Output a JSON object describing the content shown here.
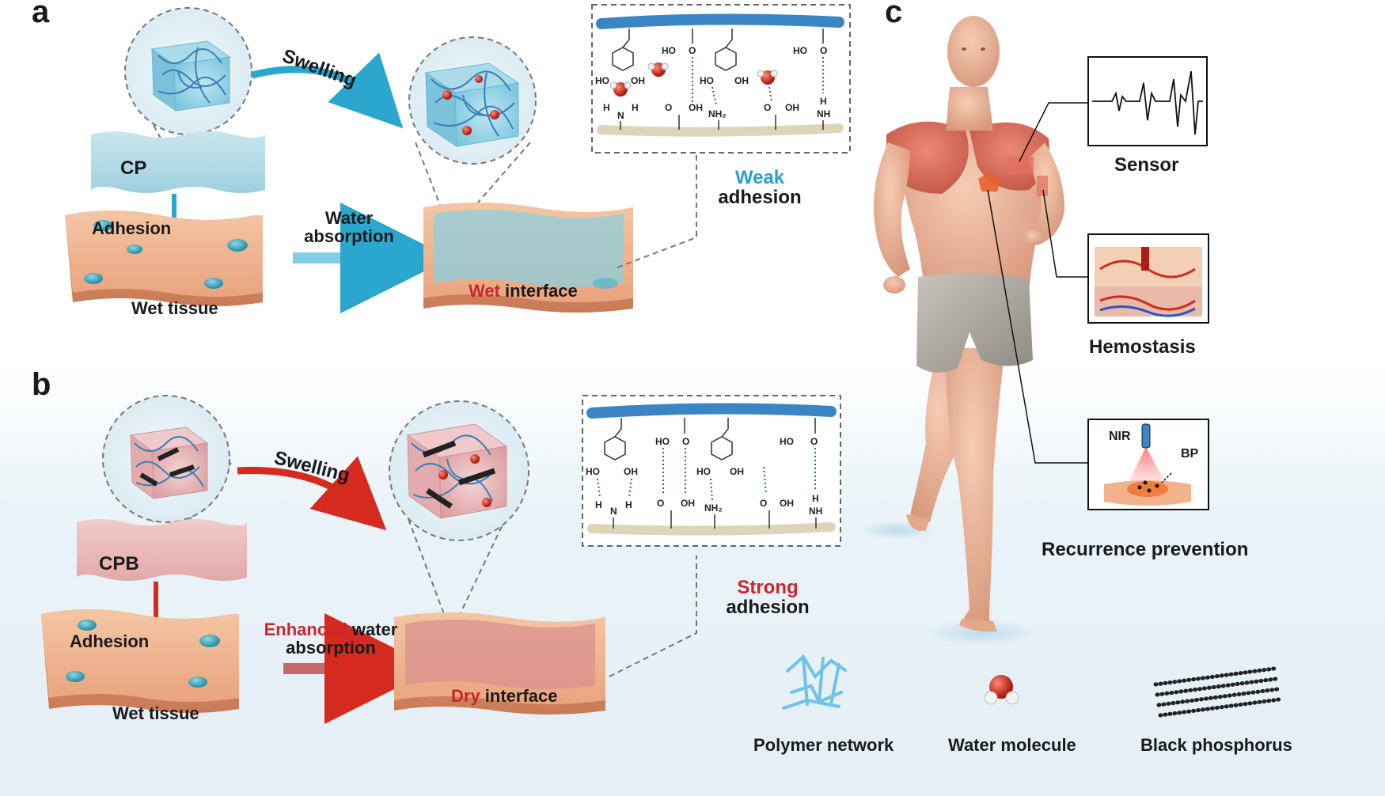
{
  "panels": {
    "a": {
      "letter": "a",
      "film_label": "CP",
      "adhesion_label": "Adhesion",
      "tissue_label": "Wet tissue",
      "swelling_label": "Swelling",
      "absorption_line1": "Water",
      "absorption_line2": "absorption",
      "interface_highlight": "Wet",
      "interface_rest": " interface",
      "adhesion_strength_highlight": "Weak",
      "adhesion_strength_rest": "adhesion",
      "highlight_color": "#2a9fd0"
    },
    "b": {
      "letter": "b",
      "film_label": "CPB",
      "adhesion_label": "Adhesion",
      "tissue_label": "Wet tissue",
      "swelling_label": "Swelling",
      "absorption_highlight": "Enhanced",
      "absorption_rest1": " water",
      "absorption_line2": "absorption",
      "interface_highlight": "Dry",
      "interface_rest": " interface",
      "adhesion_strength_highlight": "Strong",
      "adhesion_strength_rest": "adhesion",
      "highlight_color": "#c8262b"
    },
    "c": {
      "letter": "c",
      "sensor_label": "Sensor",
      "hemostasis_label": "Hemostasis",
      "recurrence_label": "Recurrence prevention",
      "nir_label": "NIR",
      "bp_label": "BP"
    }
  },
  "chemistry": {
    "catechol_oh_left": "HO",
    "catechol_oh_right": "OH",
    "carboxyl_ho": "HO",
    "carboxyl_o": "O",
    "carboxyl_oh": "OH",
    "amine_h": "H",
    "amine_n": "N",
    "amine_nh2": "NH₂",
    "amine_nh": "NH",
    "amide_h": "H"
  },
  "legend": [
    {
      "label": "Polymer network",
      "icon": "polymer-network-icon"
    },
    {
      "label": "Water molecule",
      "icon": "water-molecule-icon"
    },
    {
      "label": "Black phosphorus",
      "icon": "black-phosphorus-icon"
    }
  ]
}
